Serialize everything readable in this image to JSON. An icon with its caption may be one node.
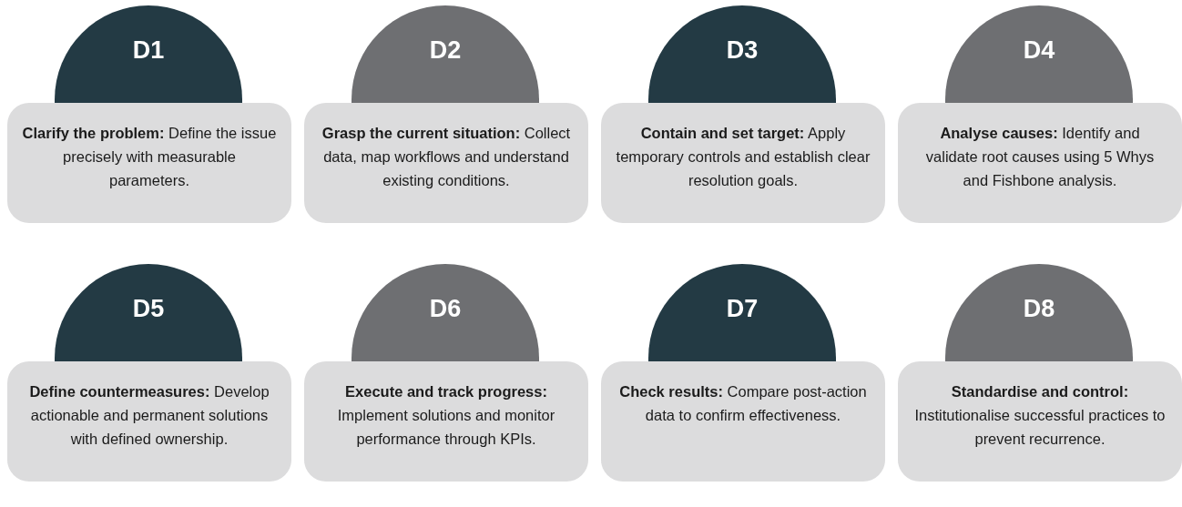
{
  "diagram": {
    "nodes": [
      {
        "text": [
          "D1"
        ]
      },
      {
        "text": [
          "**Clarify the problem:** Define the issue precisely with measurable parameters."
        ]
      },
      {
        "text": [
          "D2"
        ]
      },
      {
        "text": [
          "**Grasp the current situation:** Collect data, map workflows and understand existing conditions."
        ]
      },
      {
        "text": [
          "D3"
        ]
      },
      {
        "text": [
          "**Contain and set target:** Apply temporary controls and establish clear resolution goals."
        ]
      },
      {
        "text": [
          "D4"
        ]
      },
      {
        "text": [
          "**Analyse causes:** Identify and validate root causes using 5 Whys and Fishbone analysis."
        ]
      },
      {
        "text": [
          "D5"
        ]
      },
      {
        "text": [
          "**Define countermeasures:** Develop actionable and permanent solutions with defined ownership."
        ]
      },
      {
        "text": [
          "D6"
        ]
      },
      {
        "text": [
          "**Execute and track progress:** Implement solutions and monitor performance through KPIs."
        ]
      },
      {
        "text": [
          "D7"
        ]
      },
      {
        "text": [
          "**Check results:** Compare post-action data to confirm effectiveness."
        ]
      },
      {
        "text": [
          "D8"
        ]
      },
      {
        "text": [
          "**Standardise and control:** Institutionalise successful practices to prevent recurrence."
        ]
      }
    ]
  }
}
